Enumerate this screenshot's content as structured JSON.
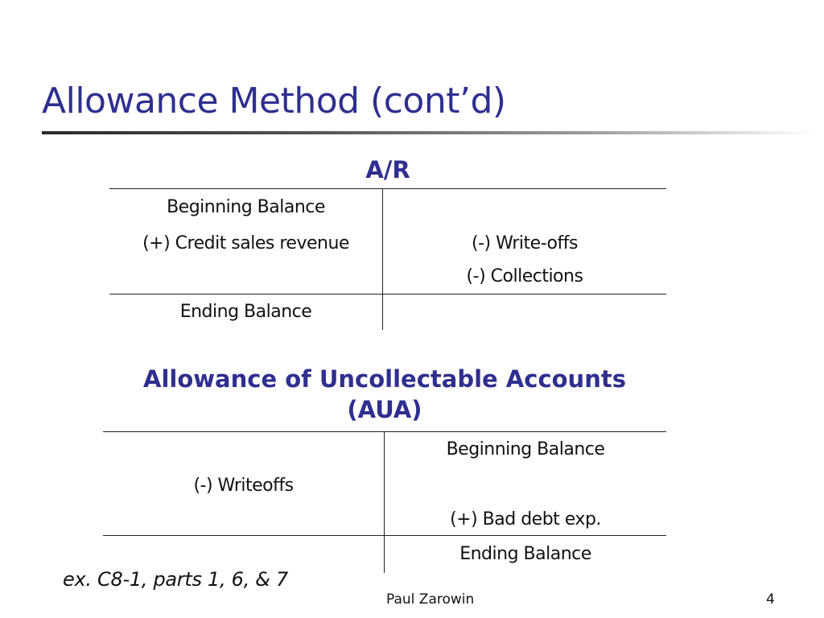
{
  "slide": {
    "title": "Allowance Method (cont’d)",
    "page_number": "4",
    "footer_author": "Paul Zarowin",
    "example_note": "ex. C8-1, parts 1, 6, & 7"
  },
  "ar_account": {
    "heading": "A/R",
    "debit": {
      "beginning": "Beginning Balance",
      "credit_sales": "(+) Credit sales revenue",
      "ending": "Ending Balance"
    },
    "credit": {
      "write_offs": "(-)  Write-offs",
      "collections": "(-) Collections"
    }
  },
  "aua_account": {
    "heading_line1": "Allowance of Uncollectable Accounts",
    "heading_line2": "(AUA)",
    "debit": {
      "writeoffs": "(-) Writeoffs"
    },
    "credit": {
      "beginning": "Beginning Balance",
      "bad_debt": "(+) Bad debt exp.",
      "ending": "Ending Balance"
    }
  },
  "colors": {
    "title": "#2f2f8f",
    "heading": "#2f2f8f"
  }
}
